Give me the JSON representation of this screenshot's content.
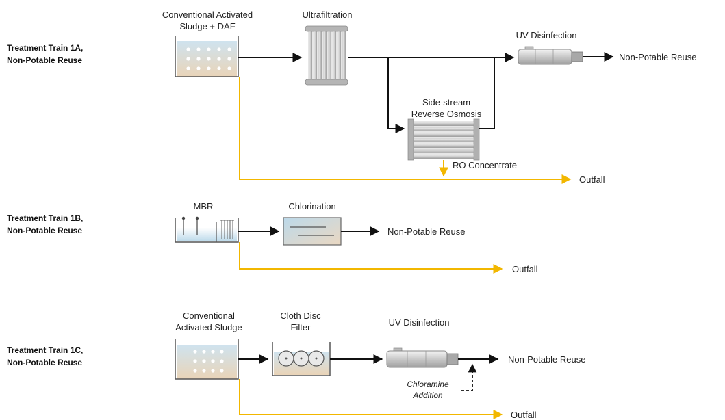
{
  "colors": {
    "process_line": "#111111",
    "outfall_line": "#f2b700",
    "tank_fill_top": "#cfe3ef",
    "tank_fill_bottom": "#e8d6bf",
    "equipment_gray": "#c8c8c8"
  },
  "train_1a": {
    "title_line1": "Treatment Train 1A,",
    "title_line2": "Non-Potable Reuse",
    "cas_daf_line1": "Conventional Activated",
    "cas_daf_line2": "Sludge + DAF",
    "ultrafiltration": "Ultrafiltration",
    "uv": "UV Disinfection",
    "ro_line1": "Side-stream",
    "ro_line2": "Reverse Osmosis",
    "ro_concentrate": "RO Concentrate",
    "outfall": "Outfall",
    "reuse": "Non-Potable Reuse"
  },
  "train_1b": {
    "title_line1": "Treatment Train 1B,",
    "title_line2": "Non-Potable Reuse",
    "mbr": "MBR",
    "chlorination": "Chlorination",
    "reuse": "Non-Potable Reuse",
    "outfall": "Outfall"
  },
  "train_1c": {
    "title_line1": "Treatment Train 1C,",
    "title_line2": "Non-Potable Reuse",
    "cas_line1": "Conventional",
    "cas_line2": "Activated Sludge",
    "cloth_line1": "Cloth Disc",
    "cloth_line2": "Filter",
    "uv": "UV Disinfection",
    "reuse": "Non-Potable Reuse",
    "chloramine_line1": "Chloramine",
    "chloramine_line2": "Addition",
    "outfall": "Outfall"
  }
}
